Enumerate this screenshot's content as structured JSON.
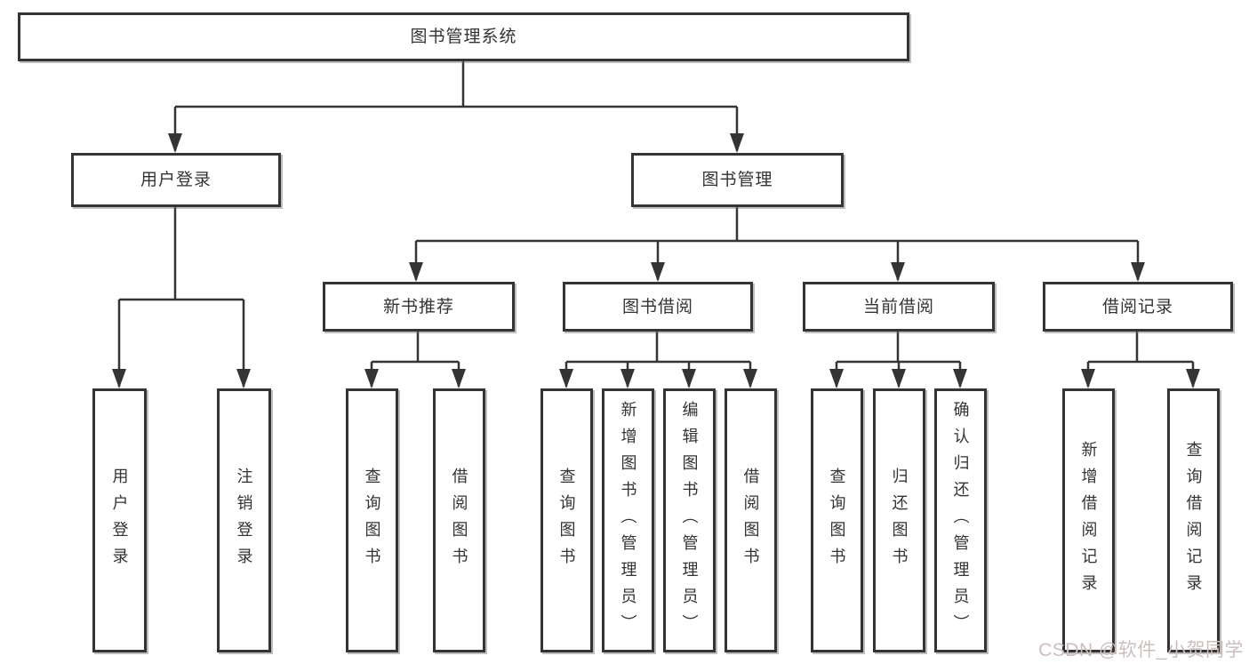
{
  "diagram": {
    "title": "图书管理系统",
    "branches": {
      "user_login": {
        "label": "用户登录",
        "children": [
          "用户登录",
          "注销登录"
        ]
      },
      "book_mgmt": {
        "label": "图书管理",
        "sections": [
          {
            "label": "新书推荐",
            "children": [
              "查询图书",
              "借阅图书"
            ]
          },
          {
            "label": "图书借阅",
            "children": [
              "查询图书",
              "新增图书（管理员）",
              "编辑图书（管理员）",
              "借阅图书"
            ]
          },
          {
            "label": "当前借阅",
            "children": [
              "查询图书",
              "归还图书",
              "确认归还（管理员）"
            ]
          },
          {
            "label": "借阅记录",
            "children": [
              "新增借阅记录",
              "查询借阅记录"
            ]
          }
        ]
      }
    },
    "colors": {
      "line": "#343434",
      "text": "#333333",
      "box_background": "#ffffff",
      "watermark": "#cdbebe",
      "background": "#ffffff"
    },
    "watermark": "CSDN @软件_小贺同学"
  }
}
